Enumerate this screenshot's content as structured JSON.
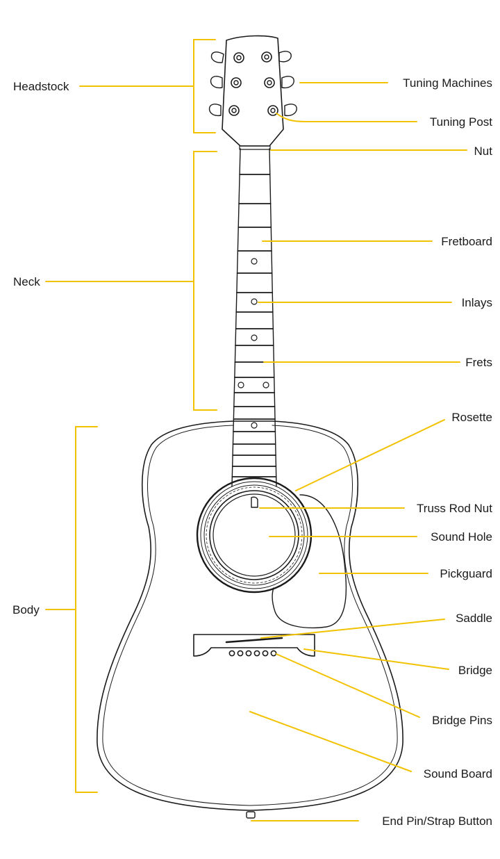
{
  "colors": {
    "leader": "#f2c200",
    "ink": "#1a1a1a",
    "background": "#ffffff"
  },
  "groups": {
    "headstock": "Headstock",
    "neck": "Neck",
    "body": "Body"
  },
  "parts": {
    "tuning_machines": "Tuning Machines",
    "tuning_post": "Tuning Post",
    "nut": "Nut",
    "fretboard": "Fretboard",
    "inlays": "Inlays",
    "frets": "Frets",
    "rosette": "Rosette",
    "truss_rod_nut": "Truss Rod Nut",
    "sound_hole": "Sound Hole",
    "pickguard": "Pickguard",
    "saddle": "Saddle",
    "bridge": "Bridge",
    "bridge_pins": "Bridge Pins",
    "sound_board": "Sound Board",
    "end_pin": "End Pin/Strap Button"
  }
}
